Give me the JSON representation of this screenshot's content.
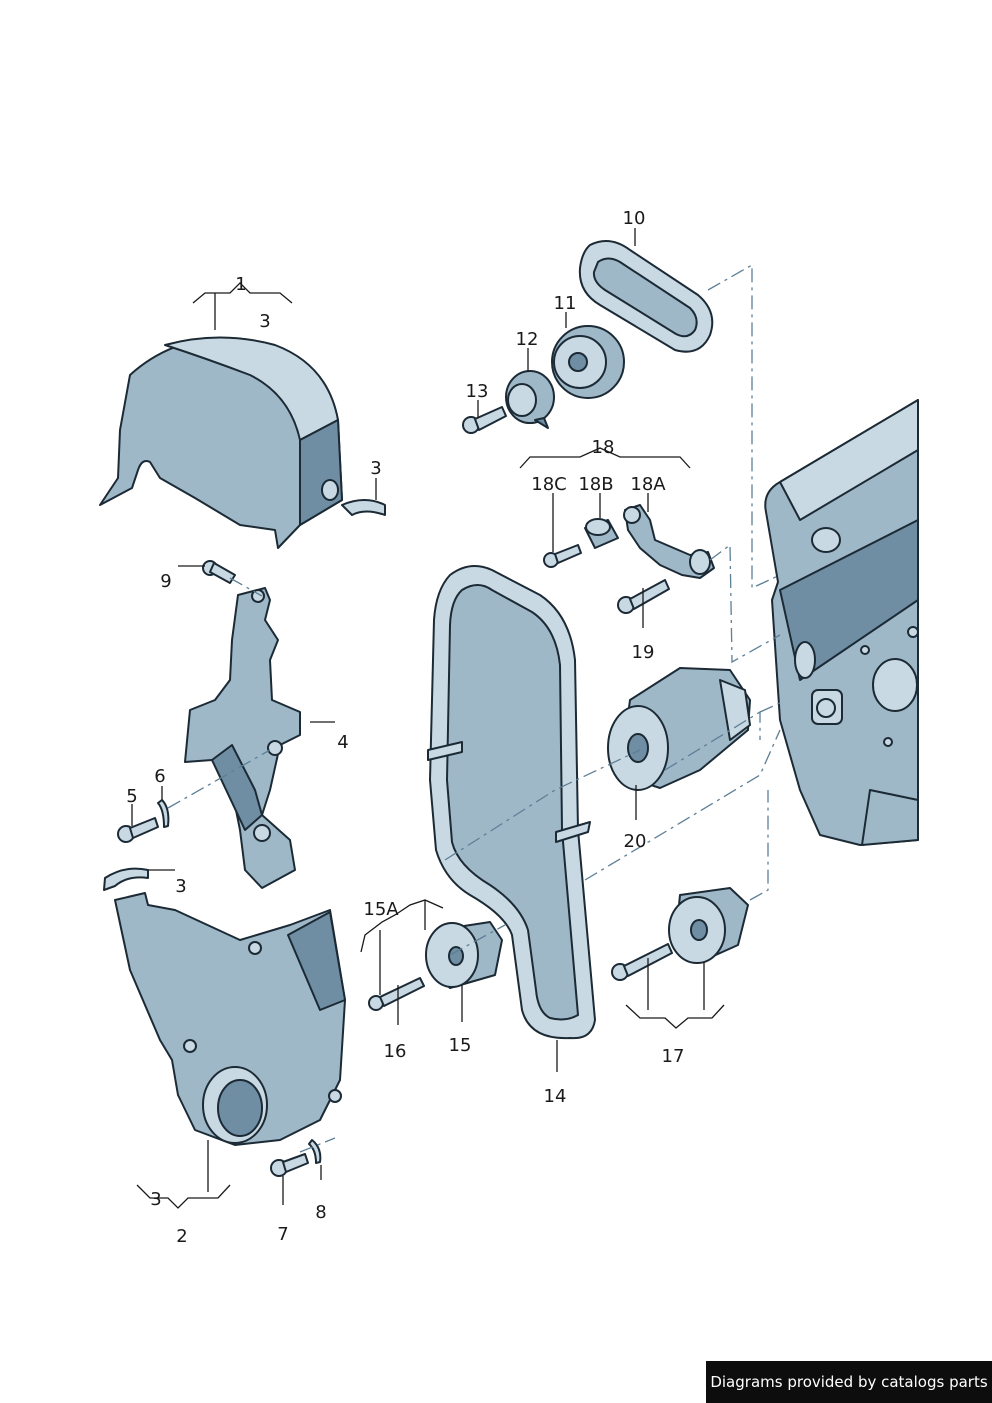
{
  "labels": {
    "l1": "1",
    "l3a": "3",
    "l3b": "3",
    "l9": "9",
    "l4": "4",
    "l6": "6",
    "l5": "5",
    "l3c": "3",
    "l3d": "3",
    "l2": "2",
    "l7": "7",
    "l8": "8",
    "l10": "10",
    "l11": "11",
    "l12": "12",
    "l13": "13",
    "l18": "18",
    "l18c": "18C",
    "l18b": "18B",
    "l18a": "18A",
    "l19": "19",
    "l20": "20",
    "l15a": "15A",
    "l16": "16",
    "l15": "15",
    "l14": "14",
    "l17": "17"
  },
  "footer": {
    "credit": "Diagrams provided by catalogs parts"
  }
}
